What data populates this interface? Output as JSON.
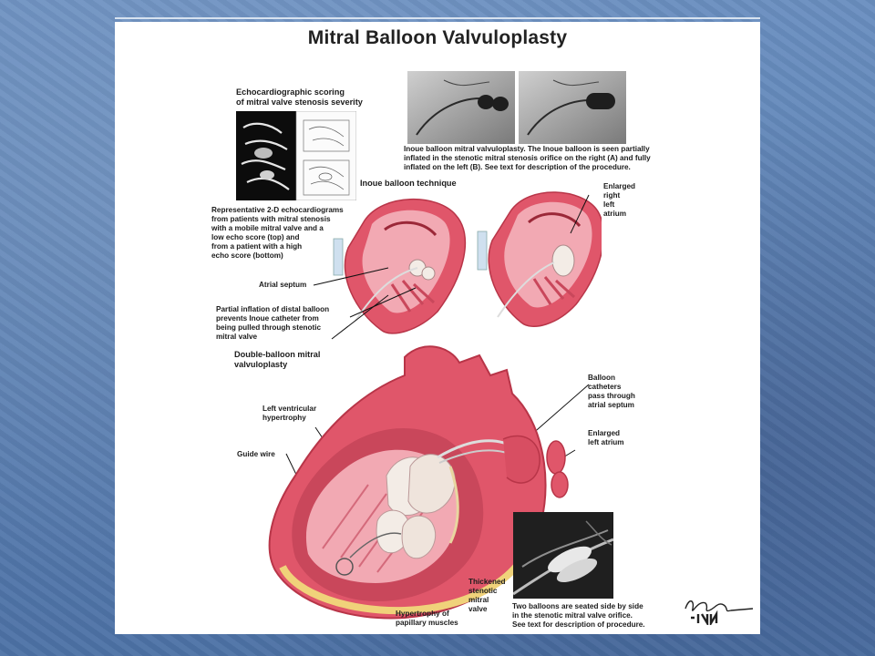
{
  "slide": {
    "title": "Mitral Balloon Valvuloplasty"
  },
  "labels": {
    "echo_heading": "Echocardiographic scoring\nof mitral valve stenosis severity",
    "echo_caption": "Representative 2-D echocardiograms\nfrom patients with mitral stenosis\nwith a mobile mitral valve and a\nlow echo score (top) and\nfrom a patient with a high\necho score (bottom)",
    "inoue_caption": "Inoue balloon mitral valvuloplasty. The Inoue balloon is seen partially\ninflated in the stenotic mitral stenosis orifice on the right (A) and fully\ninflated on the left (B). See text for description of the procedure.",
    "inoue_technique": "Inoue balloon technique",
    "enlarged_right_left_atrium": "Enlarged\nright\nleft\natrium",
    "atrial_septum": "Atrial septum",
    "partial_inflation": "Partial inflation of distal balloon\nprevents Inoue catheter from\nbeing pulled through stenotic\nmitral valve",
    "double_balloon": "Double-balloon mitral\nvalvuloplasty",
    "balloon_catheters": "Balloon\ncatheters\npass through\natrial septum",
    "enlarged_left_atrium": "Enlarged\nleft atrium",
    "lv_hypertrophy": "Left ventricular\nhypertrophy",
    "guide_wire": "Guide wire",
    "thickened_valve": "Thickened\nstenotic\nmitral\nvalve",
    "papillary": "Hypertrophy of\npapillary muscles",
    "two_balloons": "Two balloons are seated side by side\nin the stenotic mitral valve orifice.\nSee text for description of procedure."
  },
  "colors": {
    "heart_red": "#e0566a",
    "heart_pink": "#f2a9b3",
    "heart_dark": "#b83548",
    "muscle": "#c9475b",
    "balloon": "#f3ece6",
    "fat": "#f0d27a",
    "xray_dark": "#2a2a2a"
  }
}
